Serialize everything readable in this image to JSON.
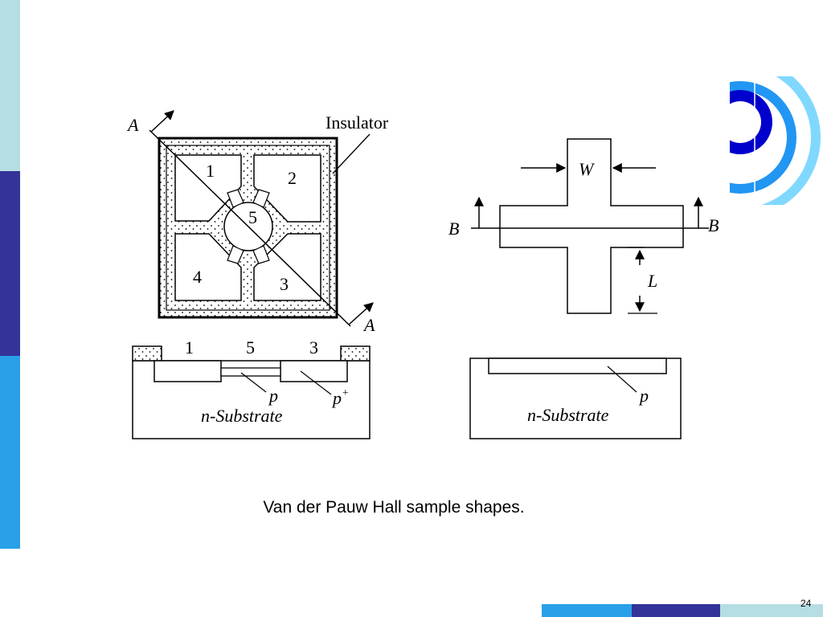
{
  "caption": "Van der Pauw Hall sample shapes.",
  "page_number": "24",
  "colors": {
    "sidebar_top": "#b6dde3",
    "sidebar_mid": "#333399",
    "sidebar_bottom": "#29a0e8",
    "logo_dark": "#0000cc",
    "logo_mid": "#2196f3",
    "logo_light": "#80d8ff"
  },
  "diagram": {
    "square_sample": {
      "section_marker_top": "A",
      "section_marker_bottom": "A",
      "insulator_label": "Insulator",
      "contacts": [
        "1",
        "2",
        "3",
        "4",
        "5"
      ]
    },
    "square_cross_section": {
      "contacts": [
        "1",
        "5",
        "3"
      ],
      "p_label": "p",
      "p_plus_label": "p",
      "p_plus_sup": "+",
      "substrate_label": "n-Substrate"
    },
    "cross_sample": {
      "width_label": "W",
      "length_label": "L",
      "section_marker_left": "B",
      "section_marker_right": "B"
    },
    "cross_cross_section": {
      "p_label": "p",
      "substrate_label": "n-Substrate"
    }
  }
}
